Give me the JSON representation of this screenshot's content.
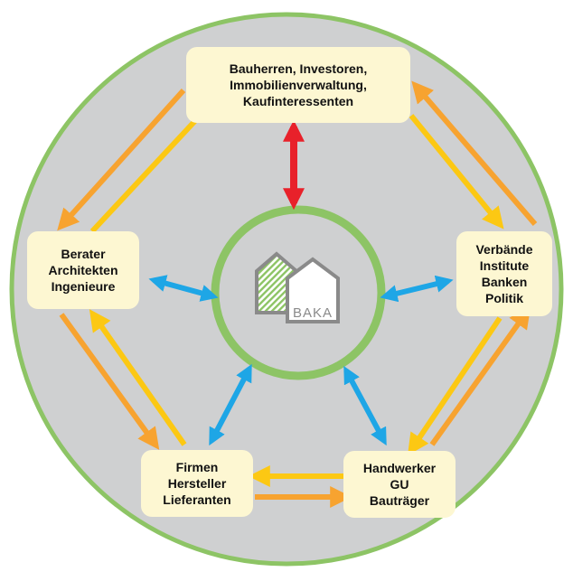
{
  "colors": {
    "outer_fill": "#cfd0d1",
    "ring": "#8dc465",
    "box_fill": "#fdf7d2",
    "arrow_orange": "#f7a330",
    "arrow_yellow": "#fcc813",
    "arrow_red": "#e8212a",
    "arrow_blue": "#1ea6e6",
    "logo_grey": "#8a8a8a",
    "logo_green": "#8dc465"
  },
  "nodes": {
    "investors": {
      "lines": [
        "Bauherren, Investoren,",
        "Immobilienverwaltung,",
        "Kaufinteressenten"
      ]
    },
    "associations": {
      "lines": [
        "Verbände",
        "Institute",
        "Banken",
        "Politik"
      ]
    },
    "contractors": {
      "lines": [
        "Handwerker",
        "GU",
        "Bauträger"
      ]
    },
    "suppliers": {
      "lines": [
        "Firmen",
        "Hersteller",
        "Lieferanten"
      ]
    },
    "consultants": {
      "lines": [
        "Berater",
        "Architekten",
        "Ingenieure"
      ]
    }
  },
  "center": {
    "logo_text": "BAKA",
    "logo_icon": "house-icon"
  }
}
